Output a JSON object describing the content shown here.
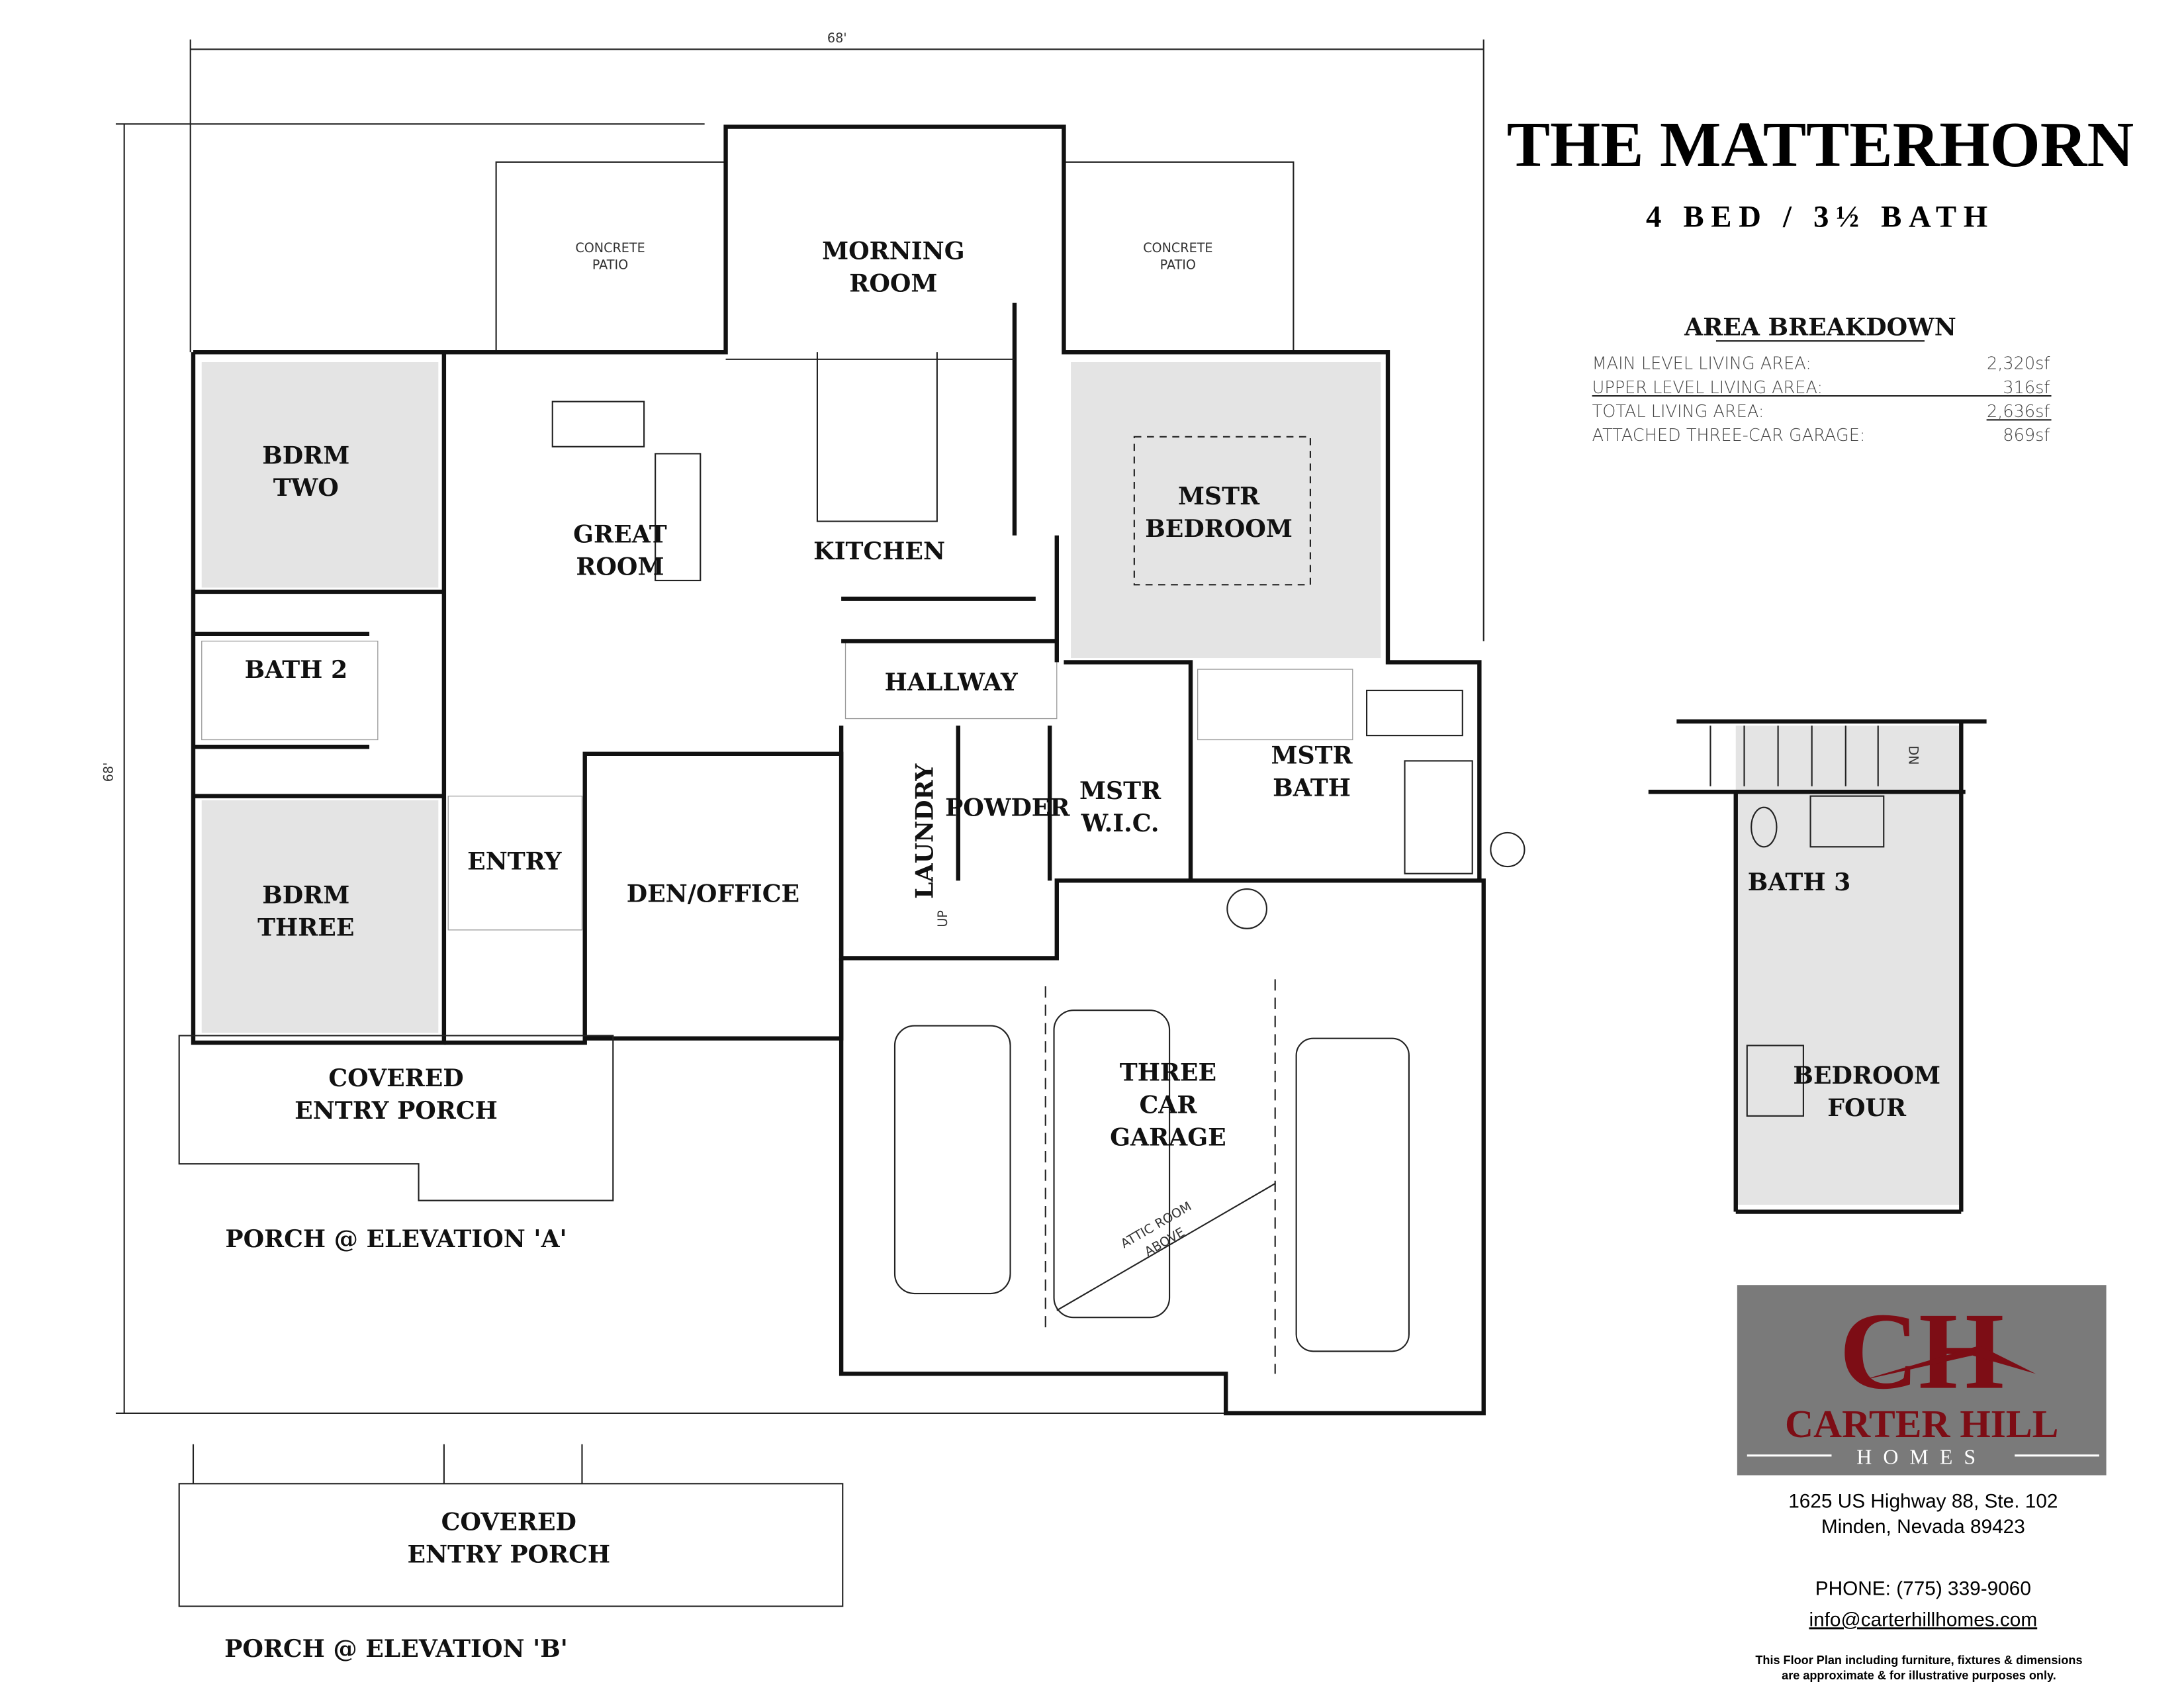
{
  "header": {
    "title": "THE MATTERHORN",
    "subtitle": "4 BED / 3½ BATH"
  },
  "area_breakdown": {
    "heading": "AREA BREAKDOWN",
    "rows": [
      {
        "label": "MAIN LEVEL LIVING AREA:",
        "value": "2,320sf"
      },
      {
        "label": "UPPER LEVEL LIVING AREA:",
        "value": "316sf"
      },
      {
        "label": "TOTAL LIVING AREA:",
        "value": "2,636sf"
      },
      {
        "label": "ATTACHED THREE-CAR GARAGE:",
        "value": "869sf"
      }
    ]
  },
  "dimensions": {
    "width": "68'",
    "depth": "68'"
  },
  "rooms": {
    "concrete_patio_left": [
      "CONCRETE",
      "PATIO"
    ],
    "concrete_patio_right": [
      "CONCRETE",
      "PATIO"
    ],
    "morning_room": [
      "MORNING",
      "ROOM"
    ],
    "bdrm_two": [
      "BDRM",
      "TWO"
    ],
    "great_room": [
      "GREAT",
      "ROOM"
    ],
    "kitchen": "KITCHEN",
    "mstr_bedroom": [
      "MSTR",
      "BEDROOM"
    ],
    "bath_2": "BATH 2",
    "hallway": "HALLWAY",
    "mstr_bath": [
      "MSTR",
      "BATH"
    ],
    "powder": "POWDER",
    "mstr_wic": [
      "MSTR",
      "W.I.C."
    ],
    "laundry": "LAUNDRY",
    "bdrm_three": [
      "BDRM",
      "THREE"
    ],
    "entry": "ENTRY",
    "den_office": "DEN/OFFICE",
    "up": "UP",
    "covered_entry_porch": [
      "COVERED",
      "ENTRY PORCH"
    ],
    "three_car_garage": [
      "THREE",
      "CAR",
      "GARAGE"
    ],
    "attic_room": [
      "ATTIC ROOM",
      "ABOVE"
    ],
    "porch_elevation_a": "PORCH @ ELEVATION 'A'",
    "covered_entry_porch_b": [
      "COVERED",
      "ENTRY PORCH"
    ],
    "porch_elevation_b": "PORCH @ ELEVATION 'B'",
    "bath_3": "BATH 3",
    "bedroom_four": [
      "BEDROOM",
      "FOUR"
    ],
    "dn": "DN"
  },
  "logo": {
    "monogram": "CH",
    "name": "CARTER HILL",
    "tagline": "HOMES"
  },
  "contact": {
    "address_line1": "1625 US Highway 88, Ste. 102",
    "address_line2": "Minden, Nevada 89423",
    "phone": "PHONE: (775) 339-9060",
    "email": "info@carterhillhomes.com",
    "disclaimer_line1": "This Floor Plan including furniture, fixtures & dimensions",
    "disclaimer_line2": "are approximate & for illustrative purposes only."
  },
  "colors": {
    "logo_bg": "#7a7a7a",
    "logo_red": "#7d0d15"
  }
}
